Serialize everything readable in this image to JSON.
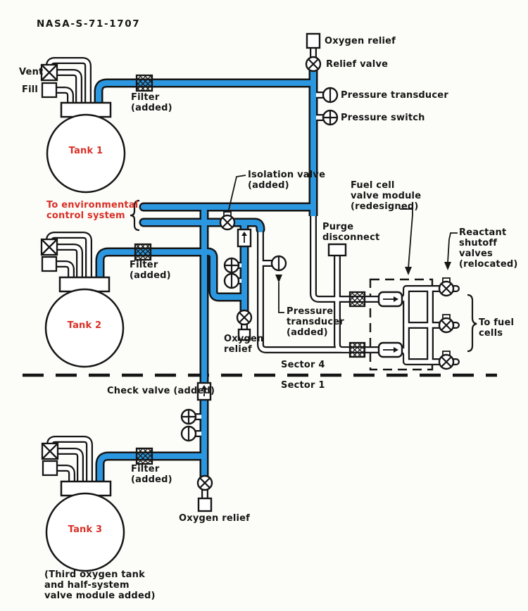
{
  "header": {
    "drawing_number": "NASA-S-71-1707"
  },
  "colors": {
    "pipe_blue": "#2b97e0",
    "label_red": "#d92f27",
    "line_black": "#161616",
    "background": "#fcfcf8"
  },
  "tanks": [
    {
      "label": "Tank 1"
    },
    {
      "label": "Tank 2"
    },
    {
      "label": "Tank 3"
    }
  ],
  "labels": {
    "vent": "Vent",
    "fill": "Fill",
    "filter_added": "Filter\n(added)",
    "oxygen_relief": "Oxygen relief",
    "relief_valve": "Relief valve",
    "pressure_transducer": "Pressure transducer",
    "pressure_switch": "Pressure switch",
    "isolation_valve": "Isolation valve\n(added)",
    "to_environmental": "To environmental\ncontrol system",
    "fuel_cell_module": "Fuel cell\nvalve module\n(redesigned)",
    "purge_disconnect": "Purge\ndisconnect",
    "reactant_shutoff": "Reactant\nshutoff\nvalves\n(relocated)",
    "pressure_transducer_added": "Pressure\ntransducer\n(added)",
    "oxygen_relief_two_line": "Oxygen\nrelief",
    "to_fuel_cells": "To fuel\ncells",
    "sector_4": "Sector 4",
    "sector_1": "Sector 1",
    "check_valve_added": "Check valve (added)",
    "tank3_note": "(Third oxygen tank\nand half-system\nvalve module added)"
  }
}
